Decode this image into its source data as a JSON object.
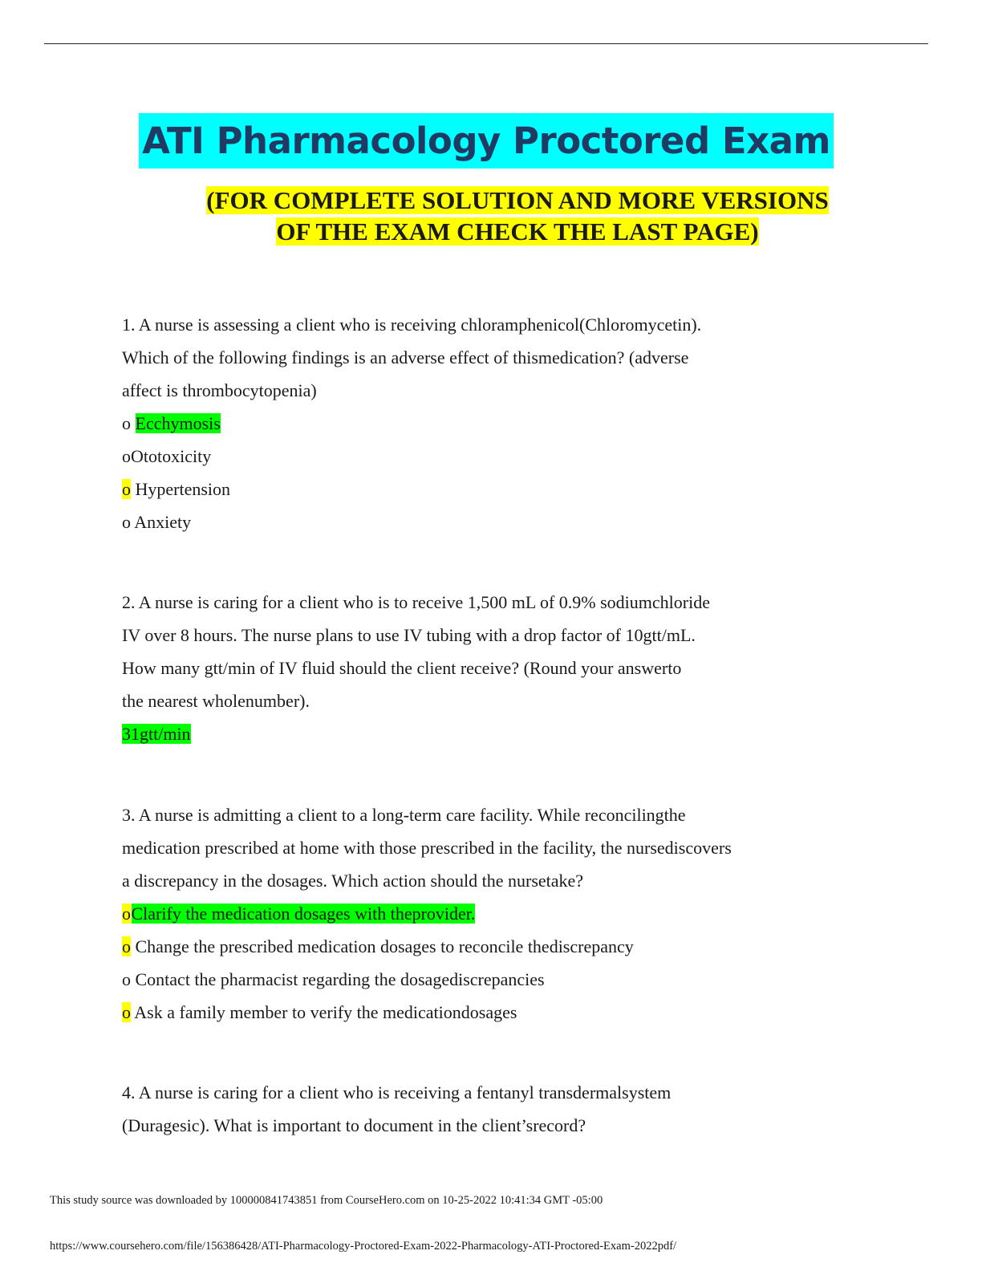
{
  "header": {
    "title": "ATI Pharmacology Proctored Exam",
    "subtitle_line1": "(FOR COMPLETE SOLUTION AND MORE VERSIONS",
    "subtitle_line2": "OF THE EXAM CHECK THE LAST PAGE)"
  },
  "colors": {
    "title_bg": "#00ffff",
    "title_text": "#1f3a63",
    "highlight_yellow": "#ffff00",
    "highlight_green": "#00ff00"
  },
  "q1": {
    "lines": [
      "1. A nurse is assessing a client who is receiving chloramphenicol(Chloromycetin).",
      "Which of the following findings is an adverse effect of thismedication? (adverse",
      "affect is thrombocytopenia)"
    ],
    "options": [
      {
        "marker": "o ",
        "text": "Ecchymosis"
      },
      {
        "marker": "oOtotoxicity",
        "text": ""
      },
      {
        "marker": "o",
        "text": " Hypertension"
      },
      {
        "marker": "o Anxiety",
        "text": ""
      }
    ]
  },
  "q2": {
    "lines": [
      "2. A nurse is caring for a client who is to receive 1,500 mL of 0.9% sodiumchloride",
      "IV over 8 hours. The nurse plans to use IV tubing with a drop factor of 10gtt/mL.",
      "How many gtt/min of IV fluid should the client receive? (Round your answerto",
      "the nearest wholenumber)."
    ],
    "answer": "31gtt/min"
  },
  "q3": {
    "lines": [
      "3. A nurse is admitting a client to a long-term care facility. While reconcilingthe",
      "medication prescribed at home with those prescribed in the facility, the nursediscovers",
      "a discrepancy in the dosages. Which action should the nursetake?"
    ],
    "options": [
      {
        "marker": "o",
        "text": "Clarify the medication dosages with theprovider."
      },
      {
        "marker": "o",
        "text": " Change the prescribed medication dosages to reconcile thediscrepancy"
      },
      {
        "marker": "o Contact the pharmacist regarding the dosagediscrepancies",
        "text": ""
      },
      {
        "marker": "o",
        "text": " Ask a family member to verify the medicationdosages"
      }
    ]
  },
  "q4": {
    "lines": [
      "4. A nurse is caring for a client who is receiving a fentanyl transdermalsystem",
      "(Duragesic). What is important to document in the client’srecord?"
    ]
  },
  "footer": {
    "download_note": "This study source was downloaded by 100000841743851 from CourseHero.com on 10-25-2022 10:41:34 GMT -05:00",
    "url": "https://www.coursehero.com/file/156386428/ATI-Pharmacology-Proctored-Exam-2022-Pharmacology-ATI-Proctored-Exam-2022pdf/"
  }
}
